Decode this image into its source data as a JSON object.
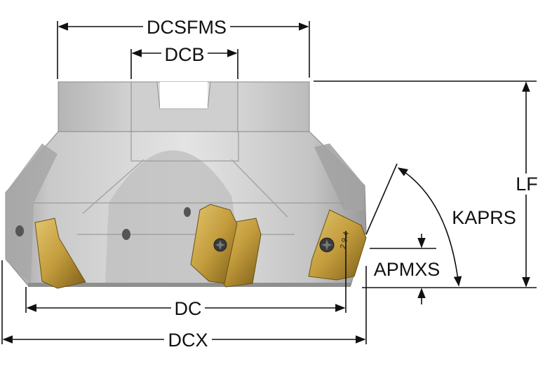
{
  "labels": {
    "dcsfms": "DCSFMS",
    "dcb": "DCB",
    "lf": "LF",
    "kaprs": "KAPRS",
    "apmxs": "APMXS",
    "dc": "DC",
    "dcx": "DCX"
  },
  "insert_marking": "2.9.4",
  "colors": {
    "body_light": "#d9d9d9",
    "body_mid": "#b8b8b8",
    "body_dark": "#8f8f8f",
    "insert_gold": "#c9a64a",
    "insert_dark": "#8a6d1f",
    "line": "#111111"
  },
  "icons": {
    "arrowhead": "filled-triangle",
    "screw": "torx-screw-icon"
  }
}
